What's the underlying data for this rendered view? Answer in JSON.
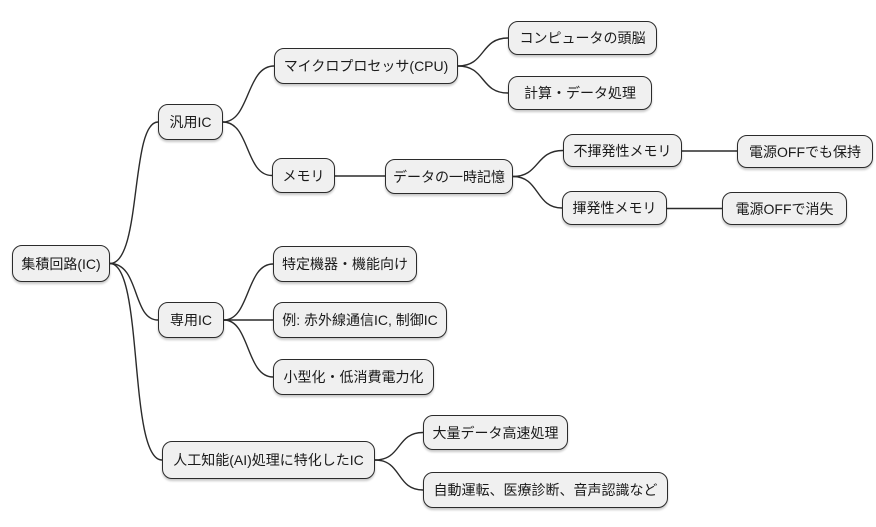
{
  "diagram": {
    "type": "mindmap",
    "background_color": "#ffffff",
    "node_fill_color": "#f0f0f0",
    "node_border_color": "#2b2b2b",
    "line_color": "#2b2b2b"
  },
  "nodes": [
    {
      "id": "root",
      "label": "集積回路(IC)",
      "parent": null
    },
    {
      "id": "general-ic",
      "label": "汎用IC",
      "parent": "root"
    },
    {
      "id": "cpu",
      "label": "マイクロプロセッサ(CPU)",
      "parent": "general-ic"
    },
    {
      "id": "computer-brain",
      "label": "コンピュータの頭脳",
      "parent": "cpu"
    },
    {
      "id": "calc-processing",
      "label": "計算・データ処理",
      "parent": "cpu"
    },
    {
      "id": "memory",
      "label": "メモリ",
      "parent": "general-ic"
    },
    {
      "id": "temp-storage",
      "label": "データの一時記憶",
      "parent": "memory"
    },
    {
      "id": "nonvolatile",
      "label": "不揮発性メモリ",
      "parent": "temp-storage"
    },
    {
      "id": "keep-on-off",
      "label": "電源OFFでも保持",
      "parent": "nonvolatile"
    },
    {
      "id": "volatile",
      "label": "揮発性メモリ",
      "parent": "temp-storage"
    },
    {
      "id": "lost-on-off",
      "label": "電源OFFで消失",
      "parent": "volatile"
    },
    {
      "id": "special-ic",
      "label": "専用IC",
      "parent": "root"
    },
    {
      "id": "specific-use",
      "label": "特定機器・機能向け",
      "parent": "special-ic"
    },
    {
      "id": "examples",
      "label": "例: 赤外線通信IC, 制御IC",
      "parent": "special-ic"
    },
    {
      "id": "miniaturization",
      "label": "小型化・低消費電力化",
      "parent": "special-ic"
    },
    {
      "id": "ai-ic",
      "label": "人工知能(AI)処理に特化したIC",
      "parent": "root"
    },
    {
      "id": "big-data",
      "label": "大量データ高速処理",
      "parent": "ai-ic"
    },
    {
      "id": "applications",
      "label": "自動運転、医療診断、音声認識など",
      "parent": "ai-ic"
    }
  ]
}
